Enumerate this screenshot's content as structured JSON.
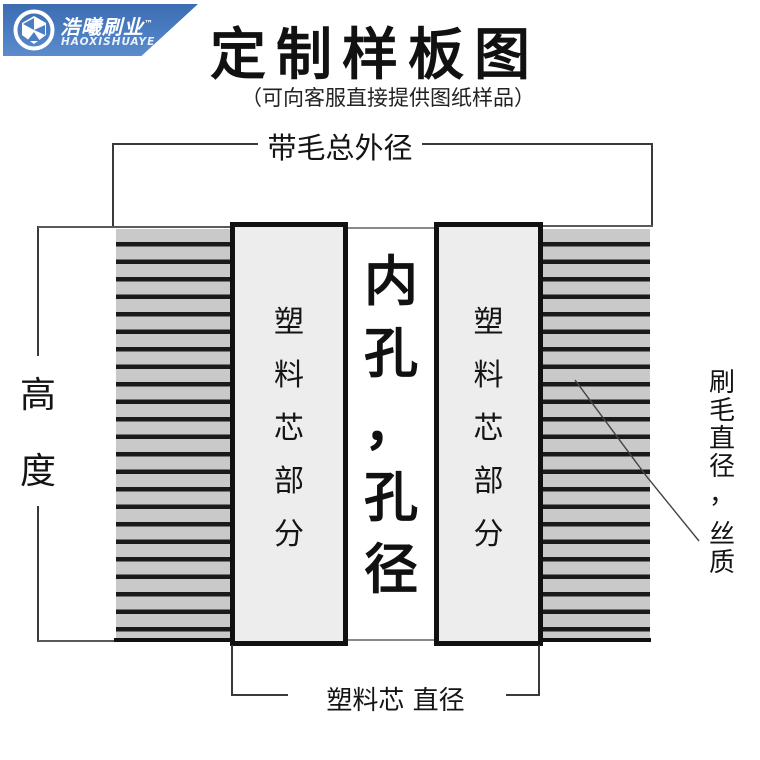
{
  "logo": {
    "brand_cn": "浩曦刷业",
    "trademark": "™",
    "brand_en": "HAOXISHUAYE",
    "banner_color": "#4a7dc2",
    "icon": "faceted-gem-in-circle"
  },
  "header": {
    "title": "定制样板图",
    "subtitle": "（可向客服直接提供图纸样品）"
  },
  "diagram": {
    "top_dimension_label": "带毛总外径",
    "height_label": "高度",
    "inner_hole_label": "内孔，孔径",
    "left_core_label": "塑料芯部分",
    "right_core_label": "塑料芯部分",
    "bristle_label_line1": "刷毛直径，",
    "bristle_label_line2": "丝质",
    "bottom_dimension_label": "塑料芯 直径",
    "colors": {
      "bristle_gray": "#c9c9c9",
      "stripe_black": "#1a1a1a",
      "core_fill": "#ededed",
      "dimension_line": "#3a3a3a"
    }
  }
}
